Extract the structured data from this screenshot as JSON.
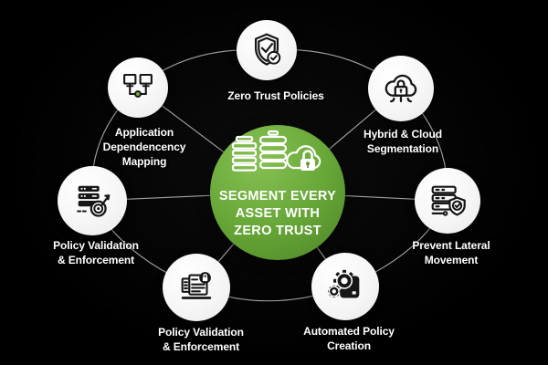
{
  "diagram": {
    "center": {
      "icon": "servers-cloud-lock-icon",
      "lines": [
        "SEGMENT EVERY",
        "ASSET WITH",
        "ZERO TRUST"
      ]
    },
    "nodes": [
      {
        "id": "application-dependency-mapping",
        "icon": "dependency-mapping-icon",
        "lines": [
          "Application",
          "Dependencency",
          "Mapping"
        ]
      },
      {
        "id": "zero-trust-policies",
        "icon": "shield-check-icon",
        "lines": [
          "Zero Trust Policies"
        ]
      },
      {
        "id": "hybrid-cloud-segmentation",
        "icon": "cloud-lock-icon",
        "lines": [
          "Hybrid & Cloud",
          "Segmentation"
        ]
      },
      {
        "id": "prevent-lateral-movement",
        "icon": "server-shield-icon",
        "lines": [
          "Prevent Lateral",
          "Movement"
        ]
      },
      {
        "id": "automated-policy-creation",
        "icon": "automation-gears-icon",
        "lines": [
          "Automated Policy",
          "Creation"
        ]
      },
      {
        "id": "policy-validation-enforcement-bottom",
        "icon": "policy-document-lock-icon",
        "lines": [
          "Policy Validation",
          "& Enforcement"
        ]
      },
      {
        "id": "policy-validation-enforcement-left",
        "icon": "server-target-icon",
        "lines": [
          "Policy Validation",
          "& Enforcement"
        ]
      }
    ],
    "colors": {
      "background": "#000000",
      "node_fill": "#ffffff",
      "icon_ink": "#161616",
      "connector_line": "#cccccc",
      "accent_green": "#6cab3a",
      "hub_green_light": "#87c054",
      "hub_green_dark": "#4c8526",
      "text": "#ffffff"
    }
  }
}
